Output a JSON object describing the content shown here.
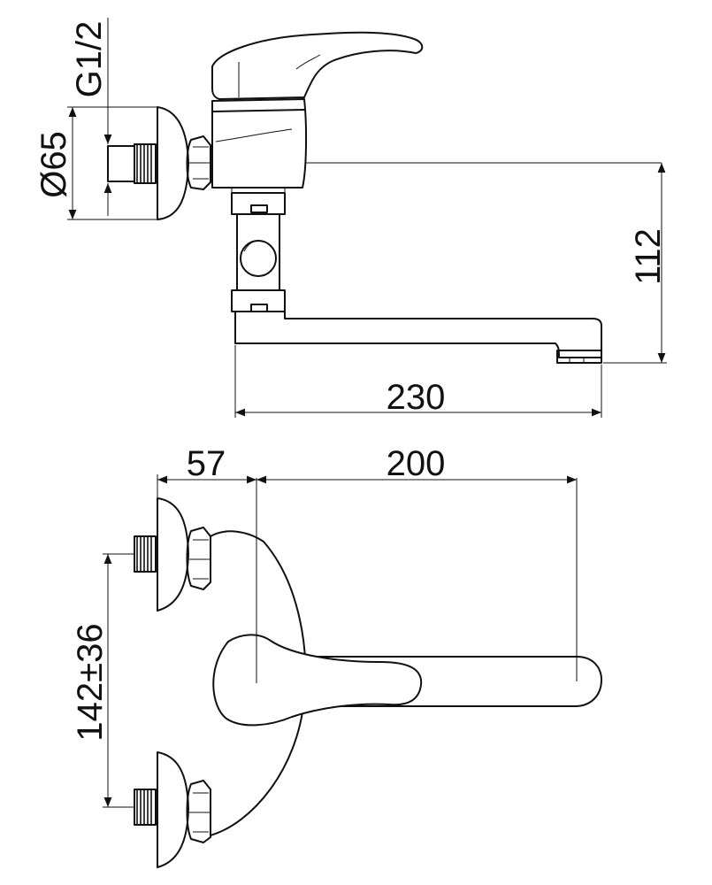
{
  "dimensions": {
    "thread": "G1/2",
    "diameter": "Ø65",
    "height": "112",
    "length": "230",
    "offset": "57",
    "reach": "200",
    "spacing": "142±36"
  }
}
